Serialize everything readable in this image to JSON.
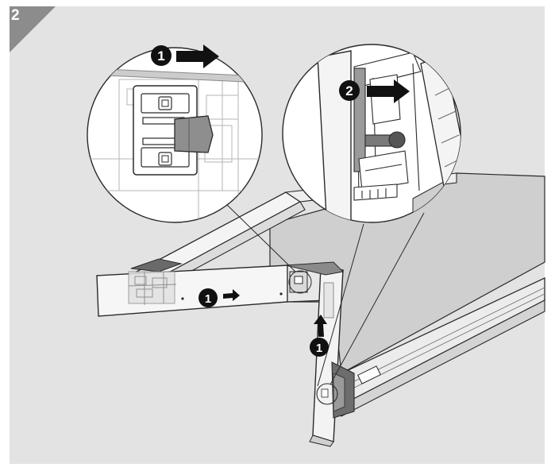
{
  "step": {
    "number": "2"
  },
  "callouts": [
    {
      "id": "detail-left-step",
      "label": "1"
    },
    {
      "id": "detail-right-step",
      "label": "2"
    },
    {
      "id": "drawer-side-step",
      "label": "1"
    },
    {
      "id": "drawer-front-step",
      "label": "1"
    }
  ],
  "colors": {
    "panel_background": "#e3e3e3",
    "step_tab": "#8c8c8c",
    "callout_fill": "#111111",
    "arrow": "#111111",
    "outline": "#2a2a2a",
    "drawer_bottom": "#cfcfcf"
  }
}
